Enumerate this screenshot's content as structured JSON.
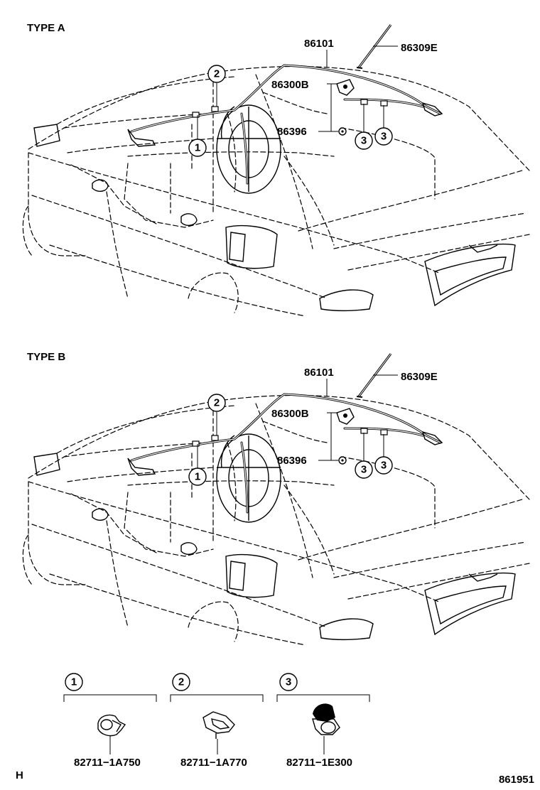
{
  "sections": [
    {
      "title": "TYPE A",
      "labels": {
        "antenna_cord": "86101",
        "rod": "86309E",
        "bracket": "86300B",
        "nut": "86396"
      },
      "callouts": [
        "1",
        "2",
        "3",
        "3"
      ]
    },
    {
      "title": "TYPE B",
      "labels": {
        "antenna_cord": "86101",
        "rod": "86309E",
        "bracket": "86300B",
        "nut": "86396"
      },
      "callouts": [
        "1",
        "2",
        "3",
        "3"
      ]
    }
  ],
  "legend": [
    {
      "number": "1",
      "part": "82711−1A750"
    },
    {
      "number": "2",
      "part": "82711−1A770"
    },
    {
      "number": "3",
      "part": "82711−1E300"
    }
  ],
  "footer": {
    "left": "H",
    "right": "861951"
  }
}
